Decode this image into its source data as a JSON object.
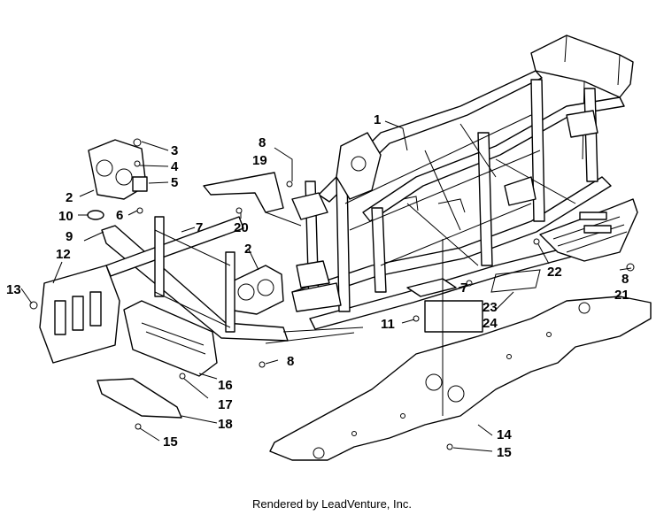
{
  "diagram": {
    "callouts": [
      {
        "id": "c1",
        "label": "1"
      },
      {
        "id": "c2a",
        "label": "2"
      },
      {
        "id": "c2b",
        "label": "2"
      },
      {
        "id": "c3",
        "label": "3"
      },
      {
        "id": "c4",
        "label": "4"
      },
      {
        "id": "c5",
        "label": "5"
      },
      {
        "id": "c6",
        "label": "6"
      },
      {
        "id": "c7a",
        "label": "7"
      },
      {
        "id": "c7b",
        "label": "7"
      },
      {
        "id": "c8a",
        "label": "8"
      },
      {
        "id": "c8b",
        "label": "8"
      },
      {
        "id": "c8c",
        "label": "8"
      },
      {
        "id": "c9",
        "label": "9"
      },
      {
        "id": "c10",
        "label": "10"
      },
      {
        "id": "c11",
        "label": "11"
      },
      {
        "id": "c12",
        "label": "12"
      },
      {
        "id": "c13",
        "label": "13"
      },
      {
        "id": "c14",
        "label": "14"
      },
      {
        "id": "c15a",
        "label": "15"
      },
      {
        "id": "c15b",
        "label": "15"
      },
      {
        "id": "c16",
        "label": "16"
      },
      {
        "id": "c17",
        "label": "17"
      },
      {
        "id": "c18",
        "label": "18"
      },
      {
        "id": "c19",
        "label": "19"
      },
      {
        "id": "c20",
        "label": "20"
      },
      {
        "id": "c21",
        "label": "21"
      },
      {
        "id": "c22",
        "label": "22"
      },
      {
        "id": "c23",
        "label": "23"
      },
      {
        "id": "c24",
        "label": "24"
      }
    ],
    "footer": "Rendered by LeadVenture, Inc."
  }
}
